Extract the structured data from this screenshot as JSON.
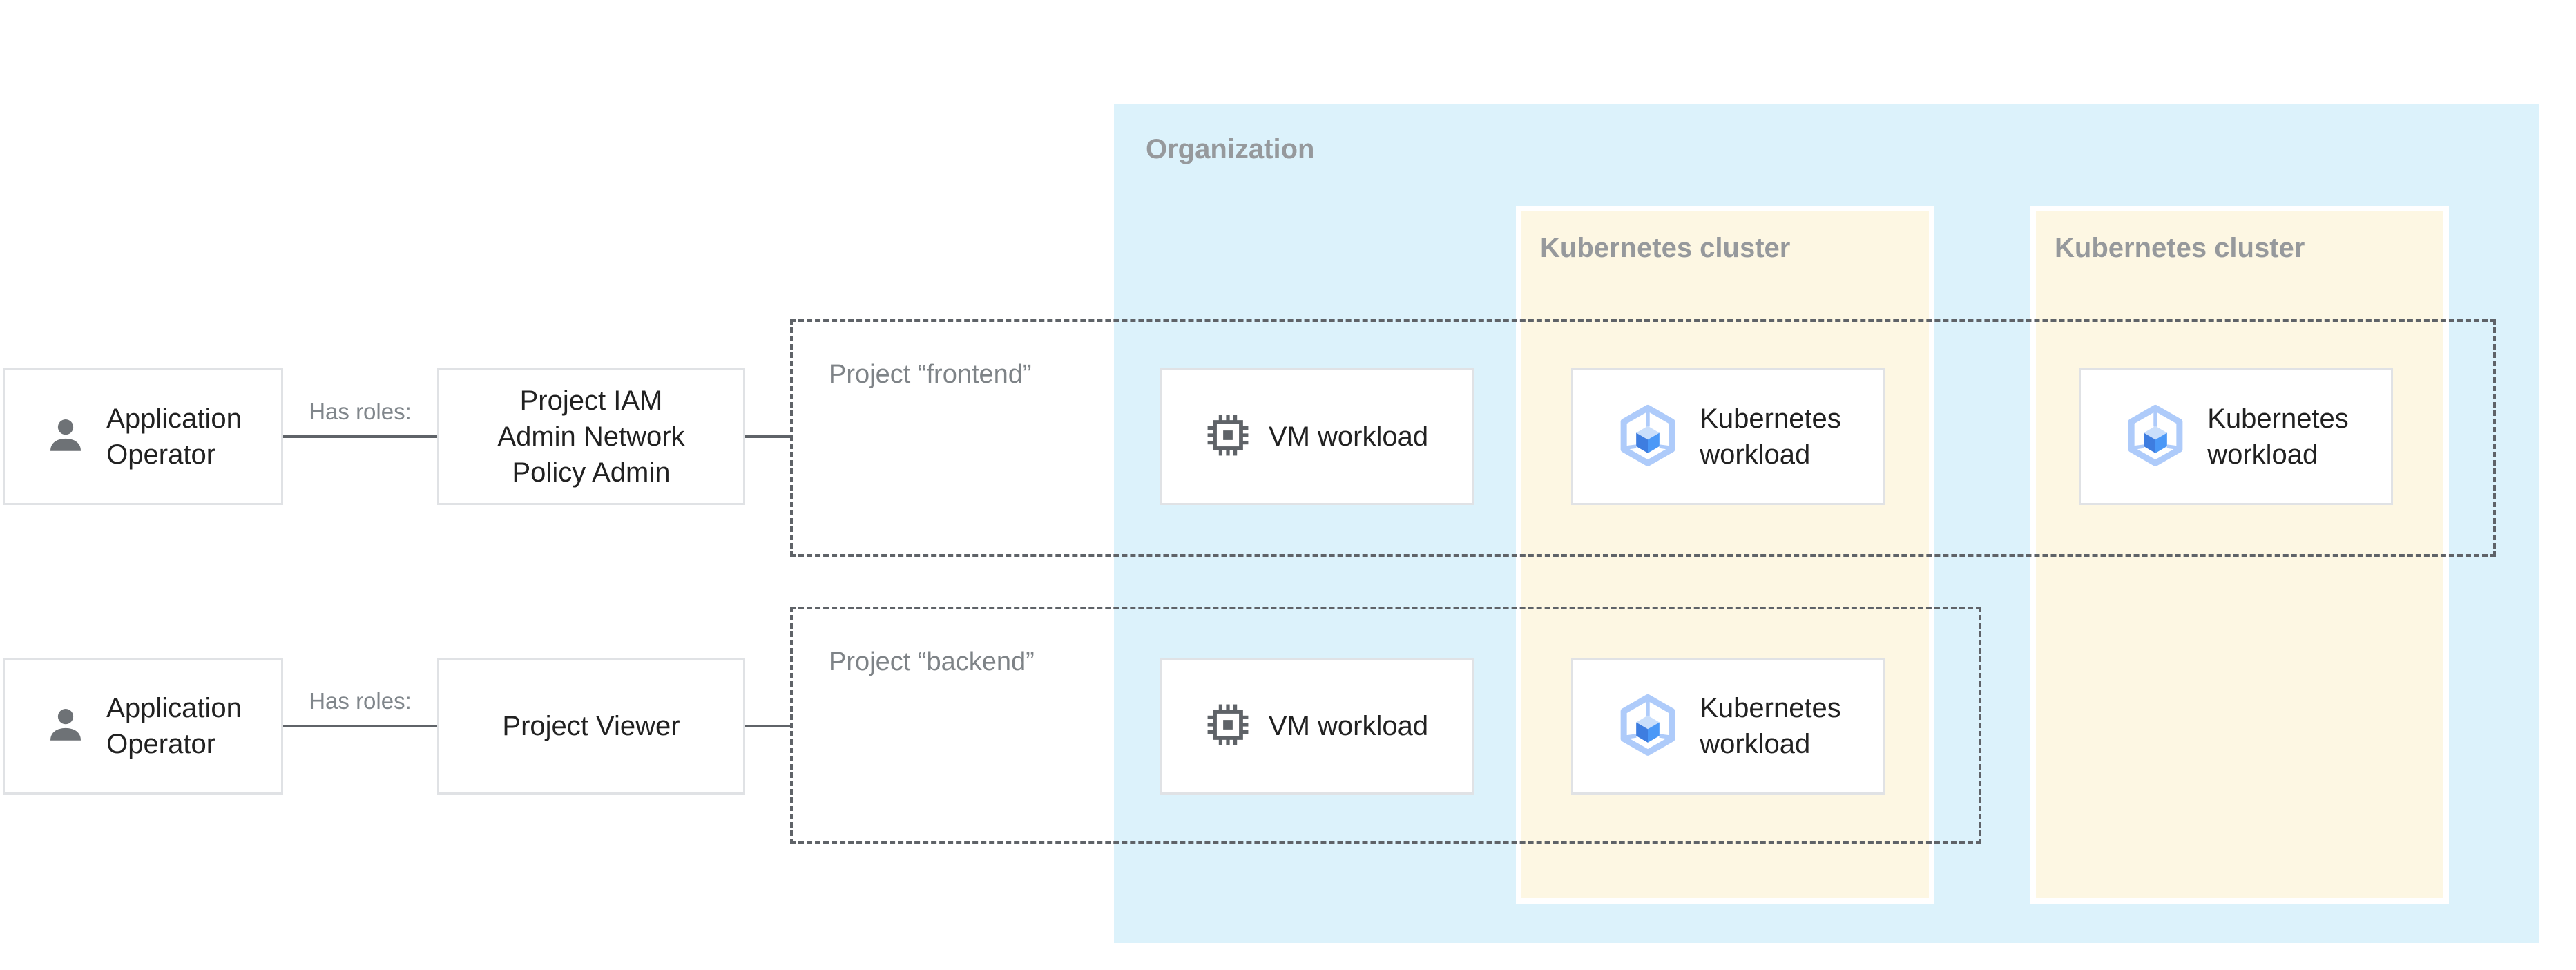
{
  "organization": {
    "label": "Organization"
  },
  "clusters": [
    {
      "label": "Kubernetes cluster"
    },
    {
      "label": "Kubernetes cluster"
    }
  ],
  "projects": [
    {
      "label": "Project “frontend”"
    },
    {
      "label": "Project “backend”"
    }
  ],
  "actors": [
    {
      "label": "Application\nOperator",
      "icon": "person-icon"
    },
    {
      "label": "Application\nOperator",
      "icon": "person-icon"
    }
  ],
  "roles": [
    {
      "label": "Project IAM\nAdmin Network\nPolicy Admin"
    },
    {
      "label": "Project Viewer"
    }
  ],
  "edges": [
    {
      "label": "Has roles:"
    },
    {
      "label": "Has roles:"
    }
  ],
  "workloads": {
    "vm": [
      {
        "label": "VM workload",
        "icon": "vm-chip-icon"
      },
      {
        "label": "VM workload",
        "icon": "vm-chip-icon"
      }
    ],
    "k8s": [
      {
        "label": "Kubernetes\nworkload",
        "icon": "gke-hexagon-icon"
      },
      {
        "label": "Kubernetes\nworkload",
        "icon": "gke-hexagon-icon"
      },
      {
        "label": "Kubernetes\nworkload",
        "icon": "gke-hexagon-icon"
      }
    ]
  },
  "colors": {
    "organization_fill": "#DCF2FB",
    "cluster_fill": "#FDF7E3",
    "cluster_halo": "#FFFFFF",
    "node_border": "#E0E2E5",
    "dashed_border": "#5F6368",
    "connector": "#5F6368",
    "container_label": "#96999C",
    "project_label": "#7E8387",
    "node_text": "#212121",
    "icon_gray": "#5F6368",
    "gke_blue_left": "#3E7DE0",
    "gke_blue_right": "#4A98F7",
    "gke_blue_outline": "#AECBFA",
    "gke_blue_top": "#C9DEFB"
  }
}
